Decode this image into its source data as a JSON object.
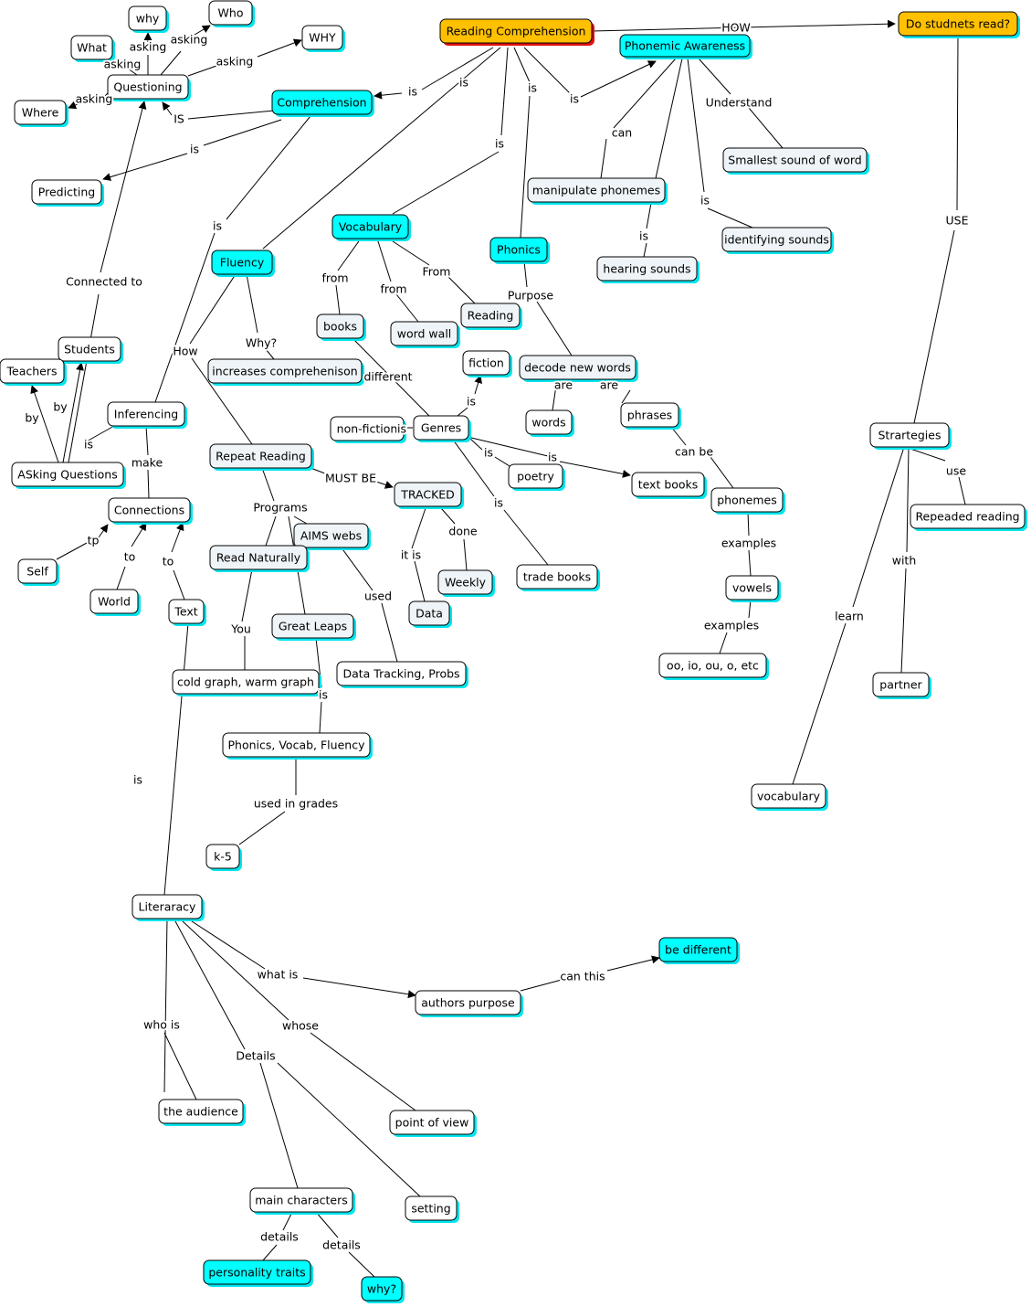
{
  "colors": {
    "white_node": "#ffffff",
    "light_node": "#eef4f7",
    "cyan_node": "#00ffff",
    "orange_node": "#ffc000",
    "shadow": "#00e5ee",
    "highlight_shadow": "#e01010",
    "line": "#000000"
  },
  "nodes": {
    "reading_comprehension": "Reading Comprehension",
    "do_students_read": "Do studnets read?",
    "phonemic_awareness": "Phonemic Awareness",
    "comprehension": "Comprehension",
    "questioning": "Questioning",
    "why": "why",
    "who": "Who",
    "what": "What",
    "why_caps": "WHY",
    "where": "Where",
    "predicting": "Predicting",
    "smallest_sound": "Smallest sound of word",
    "manipulate_phonemes": "manipulate phonemes",
    "vocabulary": "Vocabulary",
    "phonics": "Phonics",
    "identifying_sounds": "identifying sounds",
    "hearing_sounds": "hearing sounds",
    "fluency": "Fluency",
    "books": "books",
    "word_wall": "word wall",
    "reading": "Reading",
    "students": "Students",
    "teachers": "Teachers",
    "increases_comprehension": "increases comprehenison",
    "fiction": "fiction",
    "decode_new_words": "decode new words",
    "inferencing": "Inferencing",
    "non_fiction": "non-fiction",
    "genres": "Genres",
    "words": "words",
    "phrases": "phrases",
    "asking_questions": "ASking Questions",
    "repeat_reading": "Repeat Reading",
    "strategies": "Strartegies",
    "poetry": "poetry",
    "text_books": "text books",
    "tracked": "TRACKED",
    "phonemes": "phonemes",
    "connections": "Connections",
    "repeated_reading": "Repeaded reading",
    "aims_webs": "AIMS webs",
    "self": "Self",
    "read_naturally": "Read Naturally",
    "trade_books": "trade books",
    "weekly": "Weekly",
    "vowels": "vowels",
    "world": "World",
    "data": "Data",
    "text": "Text",
    "great_leaps": "Great Leaps",
    "oo_io": "oo, io, ou, o, etc",
    "cold_graph": "cold graph, warm graph",
    "data_tracking": "Data Tracking, Probs",
    "partner": "partner",
    "phonics_vocab_fluency": "Phonics, Vocab, Fluency",
    "vocabulary_learn": "vocabulary",
    "k5": "k-5",
    "literaracy": "Literaracy",
    "be_different": "be different",
    "authors_purpose": "authors purpose",
    "the_audience": "the audience",
    "point_of_view": "point of view",
    "main_characters": "main characters",
    "setting": "setting",
    "personality_traits": "personality traits",
    "why_q": "why?"
  },
  "labels": {
    "how": "HOW",
    "is": "is",
    "is_caps": "IS",
    "asking": "asking",
    "understand": "Understand",
    "can": "can",
    "use_caps": "USE",
    "use": "use",
    "from": "from",
    "from_cap": "From",
    "purpose": "Purpose",
    "connected_to": "Connected to",
    "how_cap": "How",
    "why_q": "Why?",
    "different": "different",
    "are": "are",
    "by": "by",
    "make": "make",
    "can_be": "can be",
    "must_be": "MUST BE",
    "programs": "Programs",
    "done": "done",
    "it_is": "it is",
    "tp": "tp",
    "to": "to",
    "examples": "examples",
    "used": "used",
    "you": "You",
    "with": "with",
    "learn": "learn",
    "used_in_grades": "used in grades",
    "what_is": "what is",
    "can_this": "can this",
    "who_is": "who is",
    "whose": "whose",
    "details_cap": "Details",
    "details": "details"
  }
}
